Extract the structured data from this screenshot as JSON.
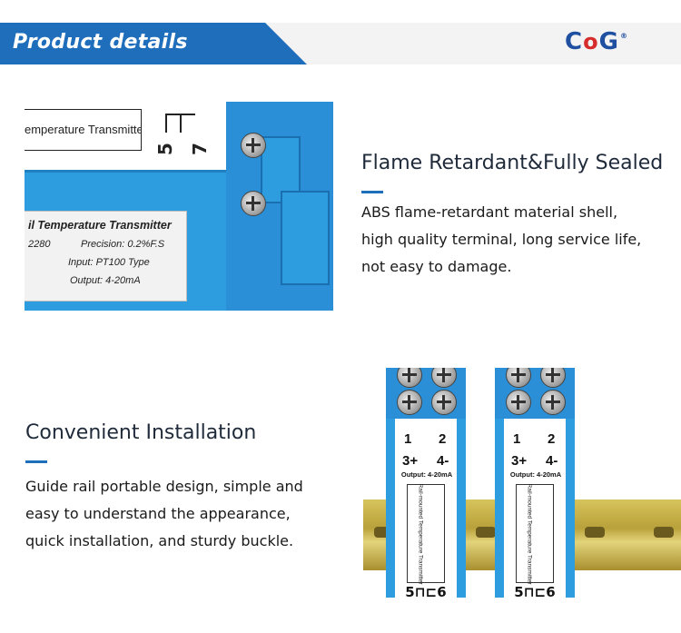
{
  "header": {
    "banner_title": "Product details",
    "logo": {
      "left": "C",
      "mid": "o",
      "right": "G",
      "mark": "®"
    }
  },
  "colors": {
    "brand_blue": "#1f6ebc",
    "product_blue": "#2e9de0",
    "header_bg": "#f3f3f3"
  },
  "product_photo_top": {
    "top_label": "emperature Transmitter",
    "top_numbers": [
      "5",
      "7"
    ],
    "plate": {
      "title": "il Temperature Transmitter",
      "model": "2280",
      "precision": "Precision: 0.2%F.S",
      "input": "Input: PT100 Type",
      "output": "Output: 4-20mA"
    }
  },
  "section_flame": {
    "heading": "Flame Retardant&Fully Sealed",
    "lines": [
      "ABS flame-retardant material shell,",
      "high quality terminal, long service life,",
      "not easy to damage."
    ]
  },
  "section_install": {
    "heading": "Convenient Installation",
    "lines": [
      "Guide rail portable design, simple and",
      "easy to understand the appearance,",
      "quick installation, and sturdy buckle."
    ]
  },
  "product_photo_rail": {
    "modules": [
      {
        "row1_left": "1",
        "row1_right": "2",
        "row2_left": "3+",
        "row2_right": "4-",
        "output": "Output: 4-20mA",
        "vertical": "Rail-mounted Temperature Transmitter",
        "bottom": "5⊓⊏6"
      },
      {
        "row1_left": "1",
        "row1_right": "2",
        "row2_left": "3+",
        "row2_right": "4-",
        "output": "Output: 4-20mA",
        "vertical": "Rail-mounted Temperature Transmitter",
        "bottom": "5⊓⊏6"
      }
    ]
  }
}
